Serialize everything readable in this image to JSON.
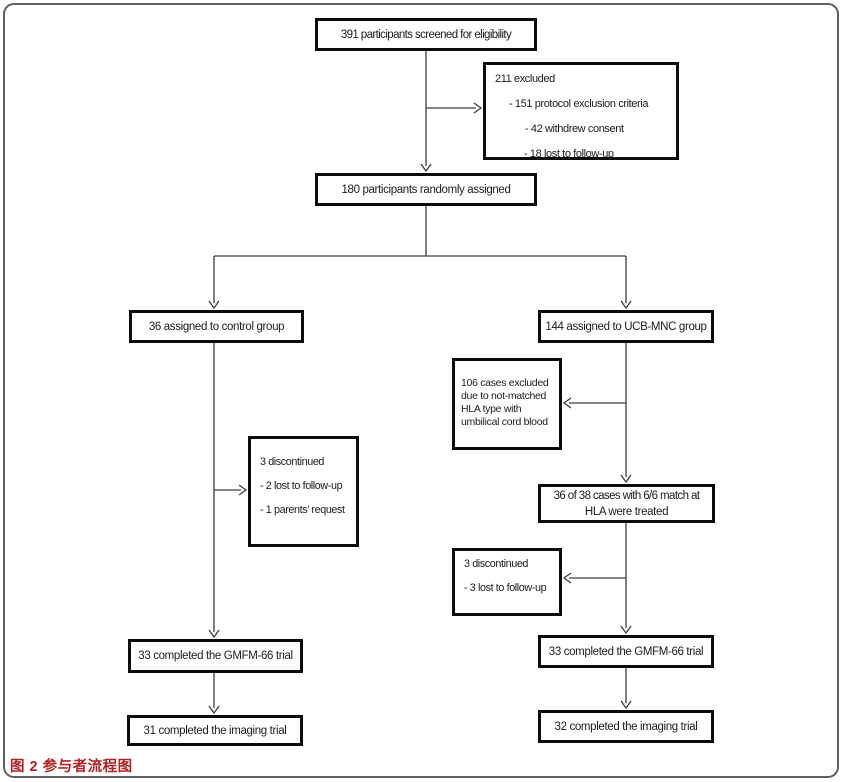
{
  "figure": {
    "caption": "图 2 参与者流程图",
    "caption_color": "#b22222"
  },
  "flowchart": {
    "screened": {
      "text": "391 participants screened for eligibility"
    },
    "excluded": {
      "title": "211 excluded",
      "items": [
        "- 151 protocol exclusion criteria",
        "- 42 withdrew consent",
        "- 18 lost to follow-up"
      ]
    },
    "randomized": {
      "text": "180 participants randomly assigned"
    },
    "control_group": {
      "text": "36 assigned to control group"
    },
    "ucb_group": {
      "text": "144 assigned to UCB-MNC group"
    },
    "hla_excluded": {
      "lines": [
        "106 cases excluded",
        "due to not-matched",
        "HLA type with",
        "umbilical cord blood"
      ]
    },
    "control_discontinued": {
      "title": "3 discontinued",
      "items": [
        "- 2 lost to follow-up",
        "- 1 parents’ request"
      ]
    },
    "treated": {
      "lines": [
        "36 of 38 cases with 6/6 match at",
        "HLA were treated"
      ]
    },
    "ucb_discontinued": {
      "title": "3 discontinued",
      "items": [
        "- 3 lost to follow-up"
      ]
    },
    "control_gmfm": {
      "text": "33 completed the GMFM-66 trial"
    },
    "ucb_gmfm": {
      "text": "33 completed the GMFM-66 trial"
    },
    "control_imaging": {
      "text": "31 completed the imaging trial"
    },
    "ucb_imaging": {
      "text": "32 completed the imaging trial"
    }
  }
}
